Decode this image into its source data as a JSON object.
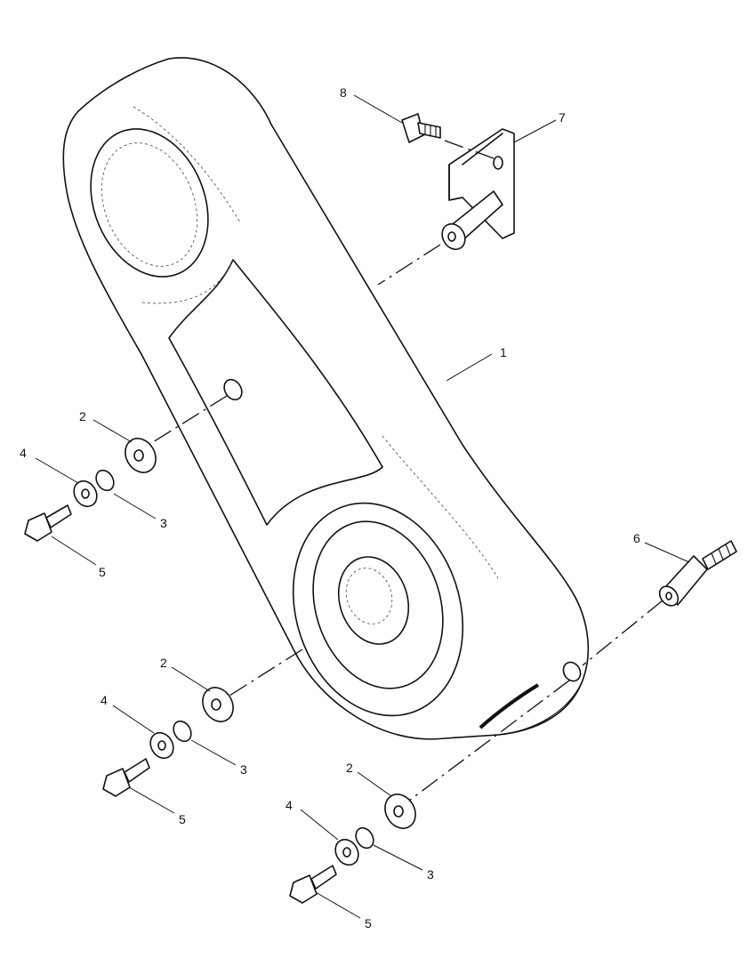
{
  "callouts": {
    "c1": "1",
    "c2a": "2",
    "c2b": "2",
    "c2c": "2",
    "c3a": "3",
    "c3b": "3",
    "c3c": "3",
    "c4a": "4",
    "c4b": "4",
    "c4c": "4",
    "c5a": "5",
    "c5b": "5",
    "c5c": "5",
    "c6": "6",
    "c7": "7",
    "c8": "8"
  }
}
